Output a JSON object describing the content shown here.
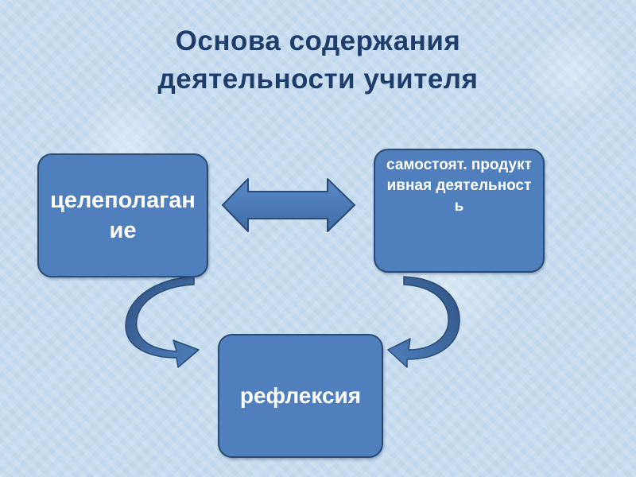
{
  "title": {
    "line1": "Основа содержания",
    "line2": "деятельности учителя"
  },
  "boxes": {
    "left": "целеполагание",
    "right": "самостоят. продуктивная деятельность",
    "bottom": "рефлексия"
  },
  "colors": {
    "box_fill": "#4f80bd",
    "box_border": "#2b4a73",
    "title_text": "#1f3d6b",
    "box_text": "#ffffff"
  }
}
